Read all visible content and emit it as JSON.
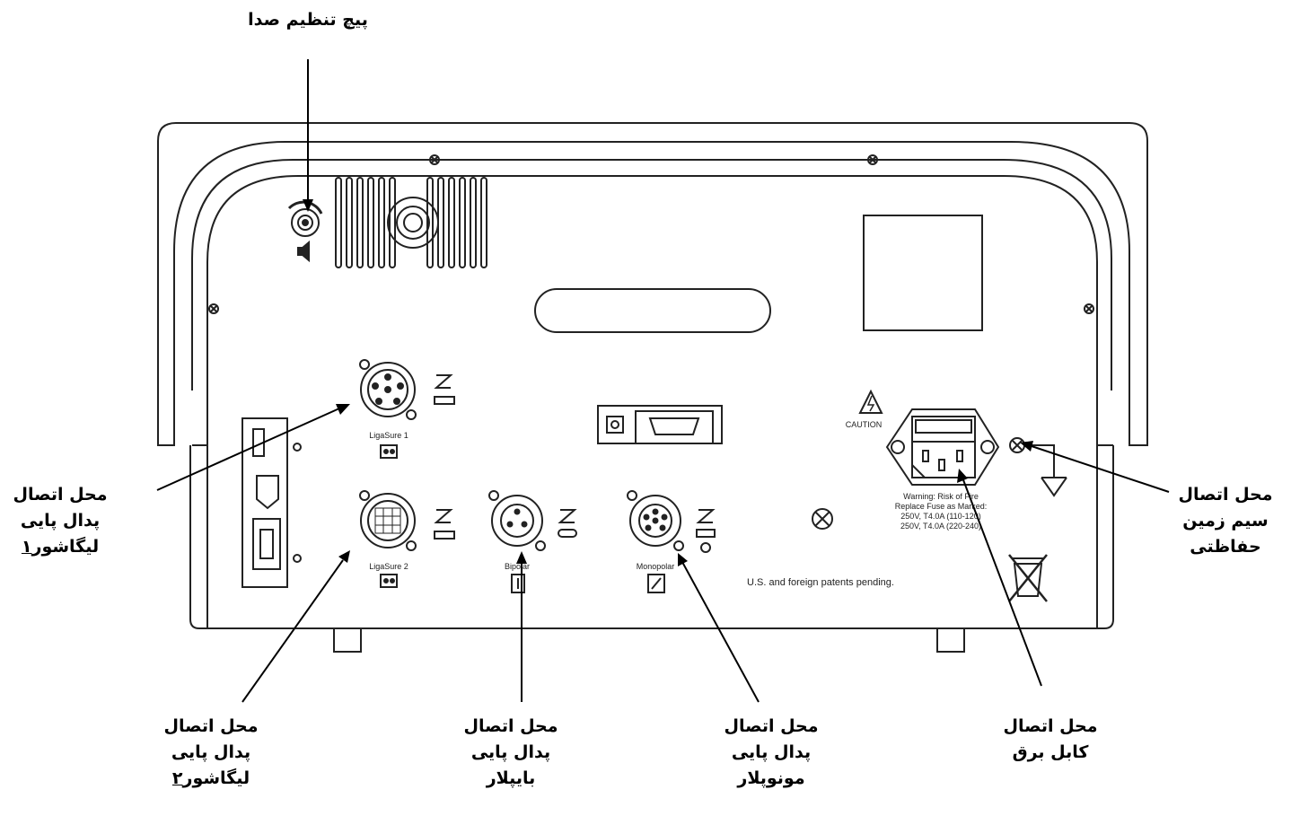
{
  "callouts": {
    "volume_knob": {
      "line1": "پیچ تنظیم صدا"
    },
    "ligasure1": {
      "line1": "محل اتصال",
      "line2": "پدال پایی",
      "line3_text": "لیگاشور",
      "line3_num": "۱"
    },
    "ligasure2": {
      "line1": "محل اتصال",
      "line2": "پدال پایی",
      "line3_text": "لیگاشور",
      "line3_num": "۲"
    },
    "bipolar": {
      "line1": "محل اتصال",
      "line2": "پدال پایی",
      "line3": "بایپلار"
    },
    "monopolar": {
      "line1": "محل اتصال",
      "line2": "پدال پایی",
      "line3": "مونوپلار"
    },
    "power_cable": {
      "line1": "محل اتصال",
      "line2": "کابل برق"
    },
    "ground_wire": {
      "line1": "محل اتصال",
      "line2": "سیم زمین",
      "line3": "حفاظتی"
    }
  },
  "panel_labels": {
    "ligasure1": "LigaSure 1",
    "ligasure2": "LigaSure 2",
    "bipolar": "Bipolar",
    "monopolar": "Monopolar",
    "caution": "CAUTION",
    "patents": "U.S. and foreign patents pending.",
    "fuse_line1": "Warning: Risk of Fire",
    "fuse_line2": "Replace Fuse as Marked:",
    "fuse_line3": "250V, T4.0A (110-120)",
    "fuse_line4": "250V, T4.0A (220-240)"
  }
}
